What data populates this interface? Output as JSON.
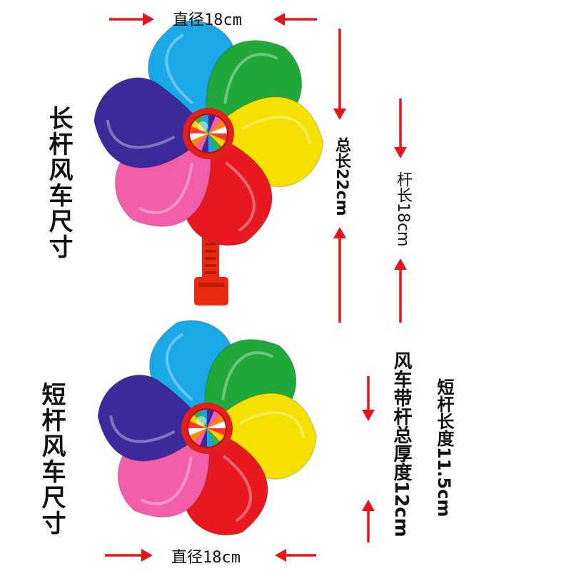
{
  "top_diameter": "直径18cm",
  "bottom_diameter": "直径18cm",
  "long_title": "长杆风车尺寸",
  "short_title": "短杆风车尺寸",
  "total_length": "总长22cm",
  "pole_length": "杆长18cm",
  "short_thickness": "风车带杆总厚度12cm",
  "short_pole_length": "短杆长度11.5cm",
  "colors": {
    "arrow": "#e8141b",
    "petal_purple": "#3c2a9a",
    "petal_blue": "#1aa8e6",
    "petal_green": "#21a83a",
    "petal_yellow": "#f5e000",
    "petal_red": "#e81820",
    "petal_pink": "#f25fa8",
    "pole": "#e82a12"
  },
  "icons": [
    "pinwheel-image",
    "arrow-icon"
  ]
}
